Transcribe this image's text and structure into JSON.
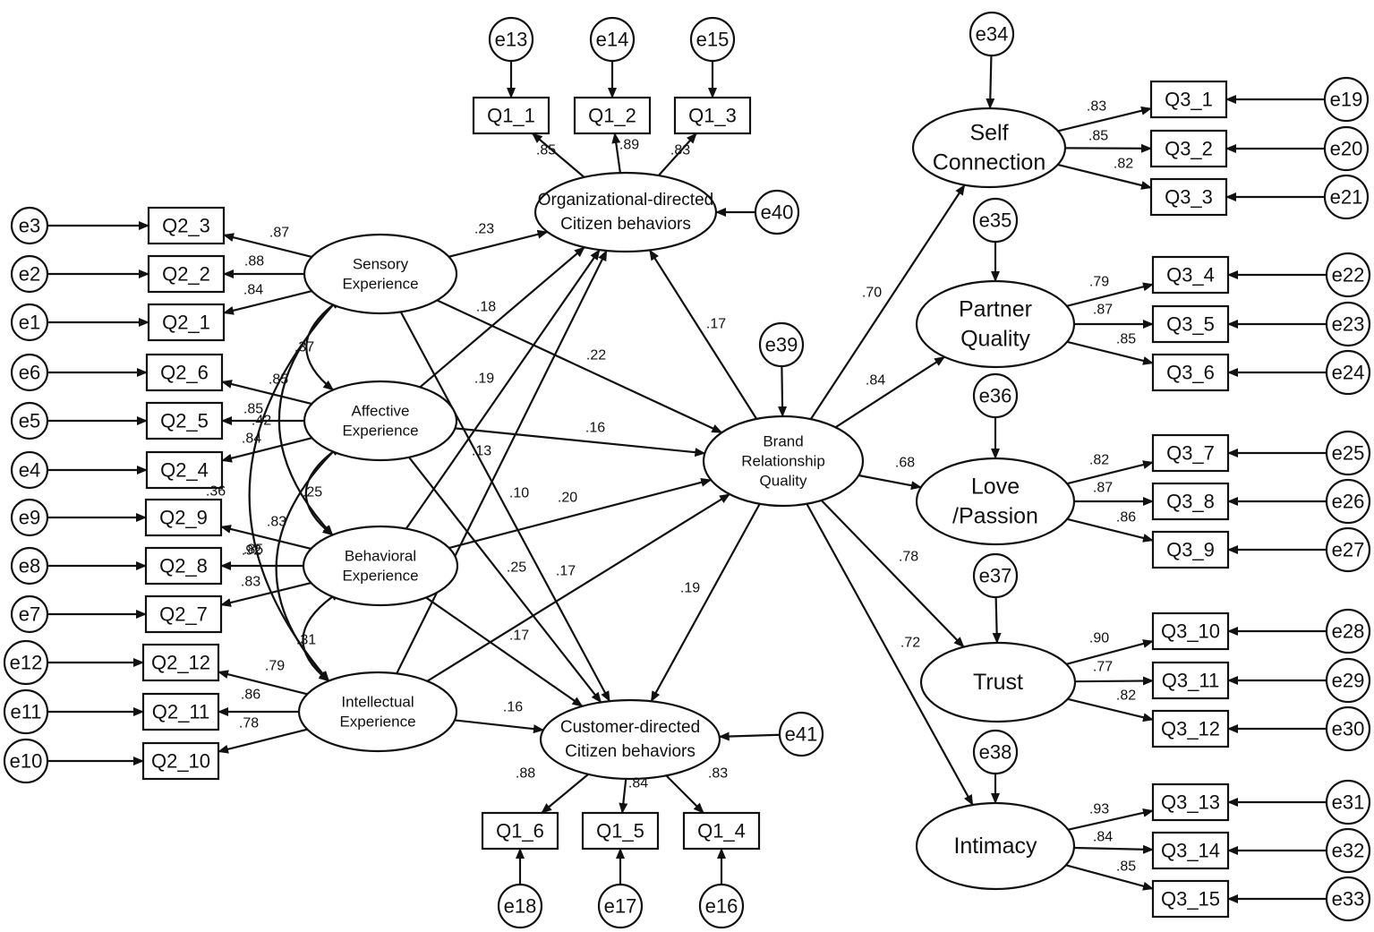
{
  "errors": {
    "e1": "e1",
    "e2": "e2",
    "e3": "e3",
    "e4": "e4",
    "e5": "e5",
    "e6": "e6",
    "e7": "e7",
    "e8": "e8",
    "e9": "e9",
    "e10": "e10",
    "e11": "e11",
    "e12": "e12",
    "e13": "e13",
    "e14": "e14",
    "e15": "e15",
    "e16": "e16",
    "e17": "e17",
    "e18": "e18",
    "e19": "e19",
    "e20": "e20",
    "e21": "e21",
    "e22": "e22",
    "e23": "e23",
    "e24": "e24",
    "e25": "e25",
    "e26": "e26",
    "e27": "e27",
    "e28": "e28",
    "e29": "e29",
    "e30": "e30",
    "e31": "e31",
    "e32": "e32",
    "e33": "e33",
    "e34": "e34",
    "e35": "e35",
    "e36": "e36",
    "e37": "e37",
    "e38": "e38",
    "e39": "e39",
    "e40": "e40",
    "e41": "e41"
  },
  "indicators": {
    "q1_1": "Q1_1",
    "q1_2": "Q1_2",
    "q1_3": "Q1_3",
    "q1_4": "Q1_4",
    "q1_5": "Q1_5",
    "q1_6": "Q1_6",
    "q2_1": "Q2_1",
    "q2_2": "Q2_2",
    "q2_3": "Q2_3",
    "q2_4": "Q2_4",
    "q2_5": "Q2_5",
    "q2_6": "Q2_6",
    "q2_7": "Q2_7",
    "q2_8": "Q2_8",
    "q2_9": "Q2_9",
    "q2_10": "Q2_10",
    "q2_11": "Q2_11",
    "q2_12": "Q2_12",
    "q3_1": "Q3_1",
    "q3_2": "Q3_2",
    "q3_3": "Q3_3",
    "q3_4": "Q3_4",
    "q3_5": "Q3_5",
    "q3_6": "Q3_6",
    "q3_7": "Q3_7",
    "q3_8": "Q3_8",
    "q3_9": "Q3_9",
    "q3_10": "Q3_10",
    "q3_11": "Q3_11",
    "q3_12": "Q3_12",
    "q3_13": "Q3_13",
    "q3_14": "Q3_14",
    "q3_15": "Q3_15"
  },
  "latents": {
    "sensory": [
      "Sensory",
      "Experience"
    ],
    "affective": [
      "Affective",
      "Experience"
    ],
    "behavioral": [
      "Behavioral",
      "Experience"
    ],
    "intellectual": [
      "Intellectual",
      "Experience"
    ],
    "ocb": [
      "Organizational-directed",
      "Citizen behaviors"
    ],
    "ccb": [
      "Customer-directed",
      "Citizen behaviors"
    ],
    "brq": [
      "Brand",
      "Relationship",
      "Quality"
    ],
    "self_connection": [
      "Self",
      "Connection"
    ],
    "partner_quality": [
      "Partner",
      "Quality"
    ],
    "love_passion": [
      "Love",
      "/Passion"
    ],
    "trust": [
      "Trust"
    ],
    "intimacy": [
      "Intimacy"
    ]
  },
  "coefficients": {
    "ocb_q1_1": ".85",
    "ocb_q1_2": ".89",
    "ocb_q1_3": ".83",
    "ccb_q1_6": ".88",
    "ccb_q1_5": ".84",
    "ccb_q1_4": ".83",
    "sen_q2_3": ".87",
    "sen_q2_2": ".88",
    "sen_q2_1": ".84",
    "aff_q2_6": ".85",
    "aff_q2_5": ".42",
    "aff_q2_4": ".84",
    "beh_q2_9": ".83",
    "beh_q2_8": ".92",
    "beh_q2_7": ".83",
    "int_q2_12": ".79",
    "int_q2_11": ".86",
    "int_q2_10": ".78",
    "sc_q3_1": ".83",
    "sc_q3_2": ".85",
    "sc_q3_3": ".82",
    "pq_q3_4": ".79",
    "pq_q3_5": ".87",
    "pq_q3_6": ".85",
    "lp_q3_7": ".82",
    "lp_q3_8": ".87",
    "lp_q3_9": ".86",
    "tr_q3_10": ".90",
    "tr_q3_11": ".77",
    "tr_q3_12": ".82",
    "im_q3_13": ".93",
    "im_q3_14": ".84",
    "im_q3_15": ".85",
    "sen_ocb": ".23",
    "sen_brq": ".22",
    "sen_ccb": ".18",
    "aff_ocb": ".19",
    "aff_brq": ".16",
    "aff_ccb": ".13",
    "beh_ocb": ".10",
    "beh_brq": ".20",
    "beh_ccb": ".25",
    "int_ocb": ".17",
    "int_brq": ".17",
    "int_ccb": ".16",
    "brq_ocb": ".17",
    "brq_ccb": ".19",
    "brq_sc": ".70",
    "brq_pq": ".84",
    "brq_lp": ".68",
    "brq_tr": ".78",
    "brq_im": ".72",
    "cov_sen_aff": ".37",
    "cov_sen_beh": ".85",
    "cov_sen_int": ".36",
    "cov_aff_beh": ".25",
    "cov_aff_int": ".85",
    "cov_beh_int": ".31",
    "misc_17": ".17",
    "misc_19": ".19"
  }
}
